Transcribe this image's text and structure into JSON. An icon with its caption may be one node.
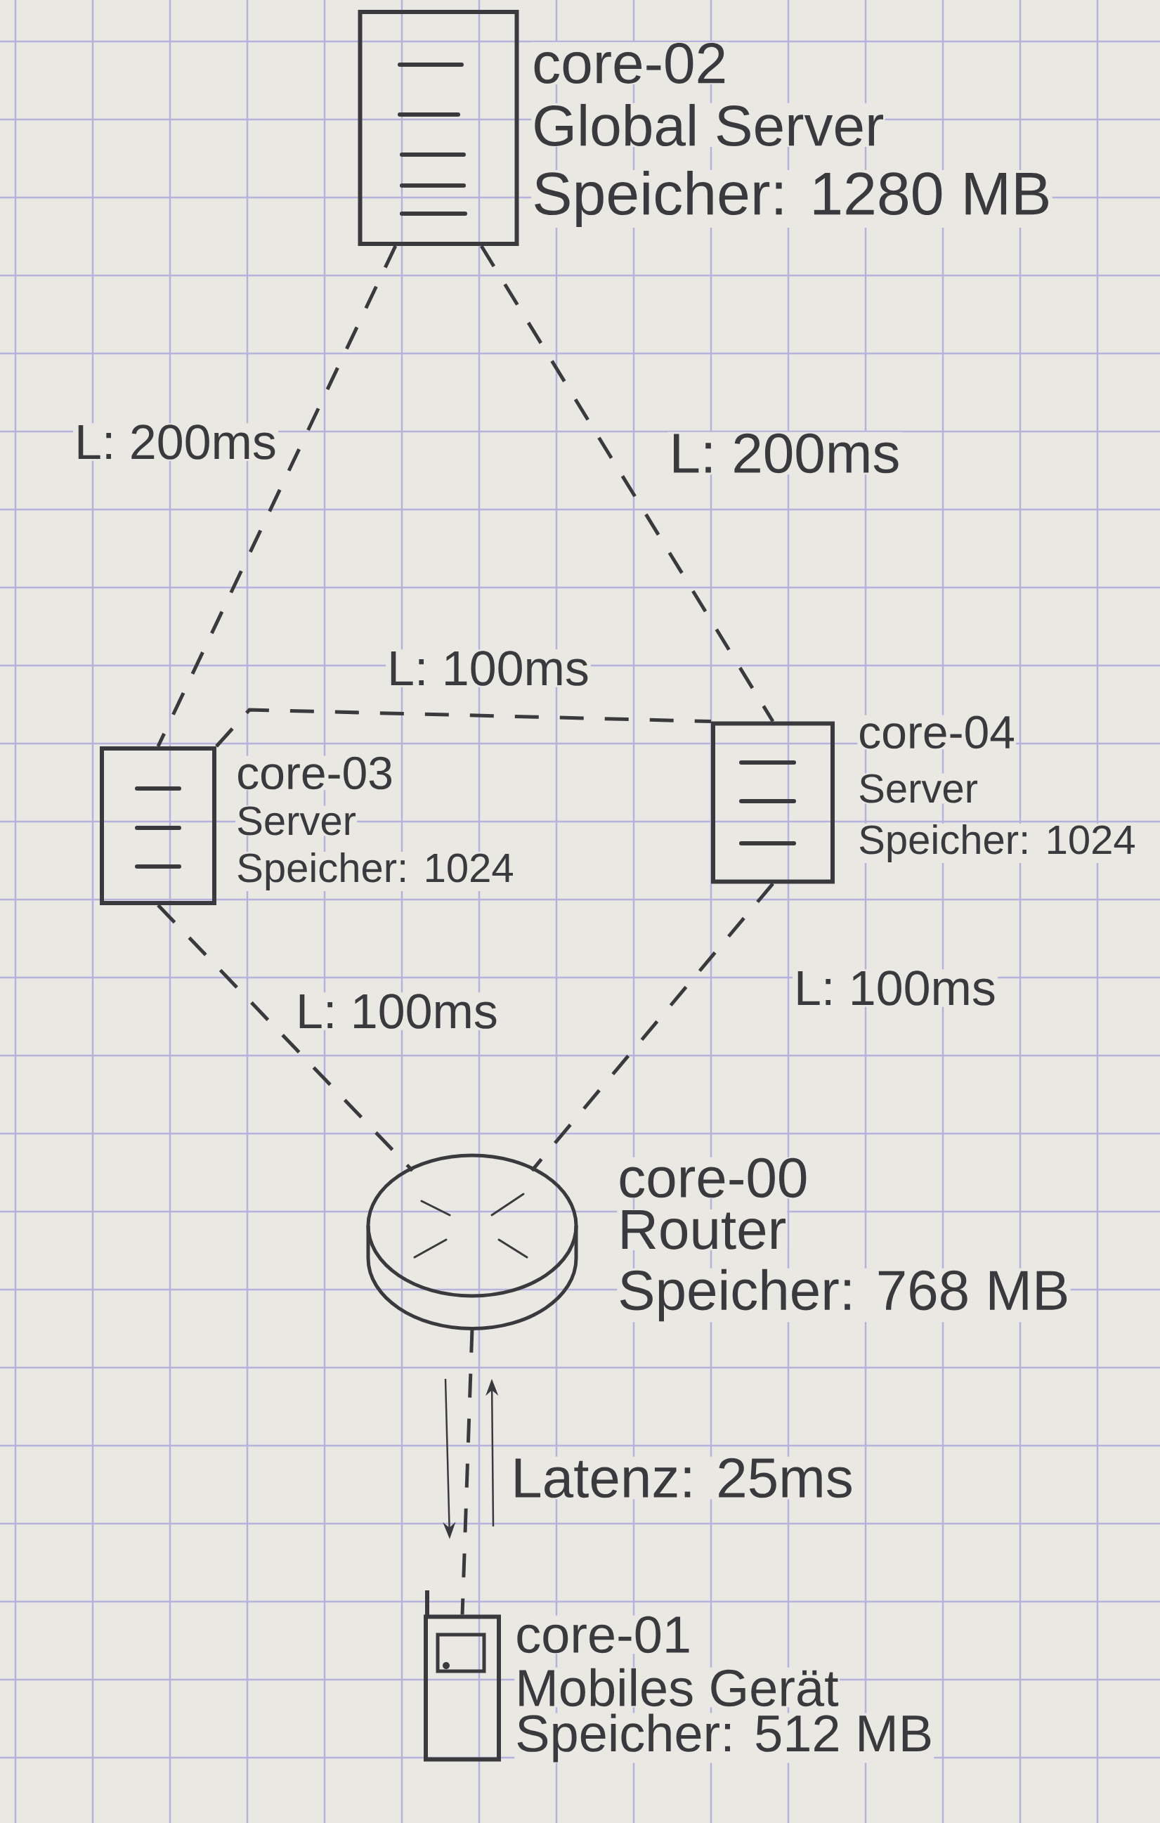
{
  "diagram": {
    "nodes": [
      {
        "text": [],
        "shape": "server",
        "beside": [
          "core-02",
          "Global Server",
          "Speicher: 1280 MB"
        ]
      },
      {
        "text": [],
        "shape": "server",
        "beside": [
          "core-03",
          "Server",
          "Speicher: 1024"
        ]
      },
      {
        "text": [],
        "shape": "server",
        "beside": [
          "core-04",
          "Server",
          "Speicher: 1024"
        ]
      },
      {
        "text": [],
        "shape": "cylinder",
        "beside": [
          "core-00",
          "Router",
          "Speicher: 768 MB"
        ]
      },
      {
        "text": [],
        "shape": "phone",
        "beside": [
          "core-01",
          "Mobiles Gerät",
          "Speicher: 512 MB"
        ]
      }
    ],
    "edges": [
      {
        "from": 0,
        "to": 1,
        "arrow": "none",
        "style": "dashed",
        "label": "L: 200ms"
      },
      {
        "from": 0,
        "to": 2,
        "arrow": "none",
        "style": "dashed",
        "label": "L: 200ms"
      },
      {
        "from": 1,
        "to": 2,
        "arrow": "none",
        "style": "dashed",
        "label": "L: 100ms"
      },
      {
        "from": 1,
        "to": 3,
        "arrow": "none",
        "style": "dashed",
        "label": "L: 100ms"
      },
      {
        "from": 2,
        "to": 3,
        "arrow": "none",
        "style": "dashed",
        "label": "L: 100ms"
      },
      {
        "from": 3,
        "to": 4,
        "arrow": "none",
        "style": "dashed",
        "label": "Latenz: 25ms"
      }
    ]
  }
}
